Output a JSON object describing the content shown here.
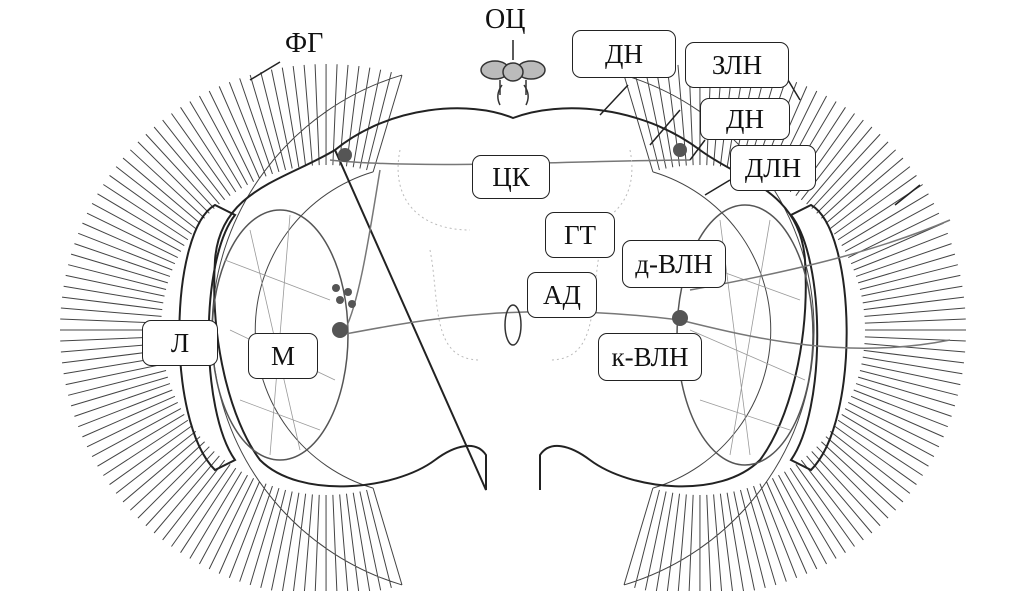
{
  "labels": {
    "fg": "ФГ",
    "oc": "ОЦ",
    "dn_top": "ДН",
    "zln": "ЗЛН",
    "dn": "ДН",
    "dln": "ДЛН",
    "ck": "ЦК",
    "gt": "ГТ",
    "d_vln": "д-ВЛН",
    "ad": "АД",
    "l": "Л",
    "m": "М",
    "k_vln": "к-ВЛН"
  }
}
